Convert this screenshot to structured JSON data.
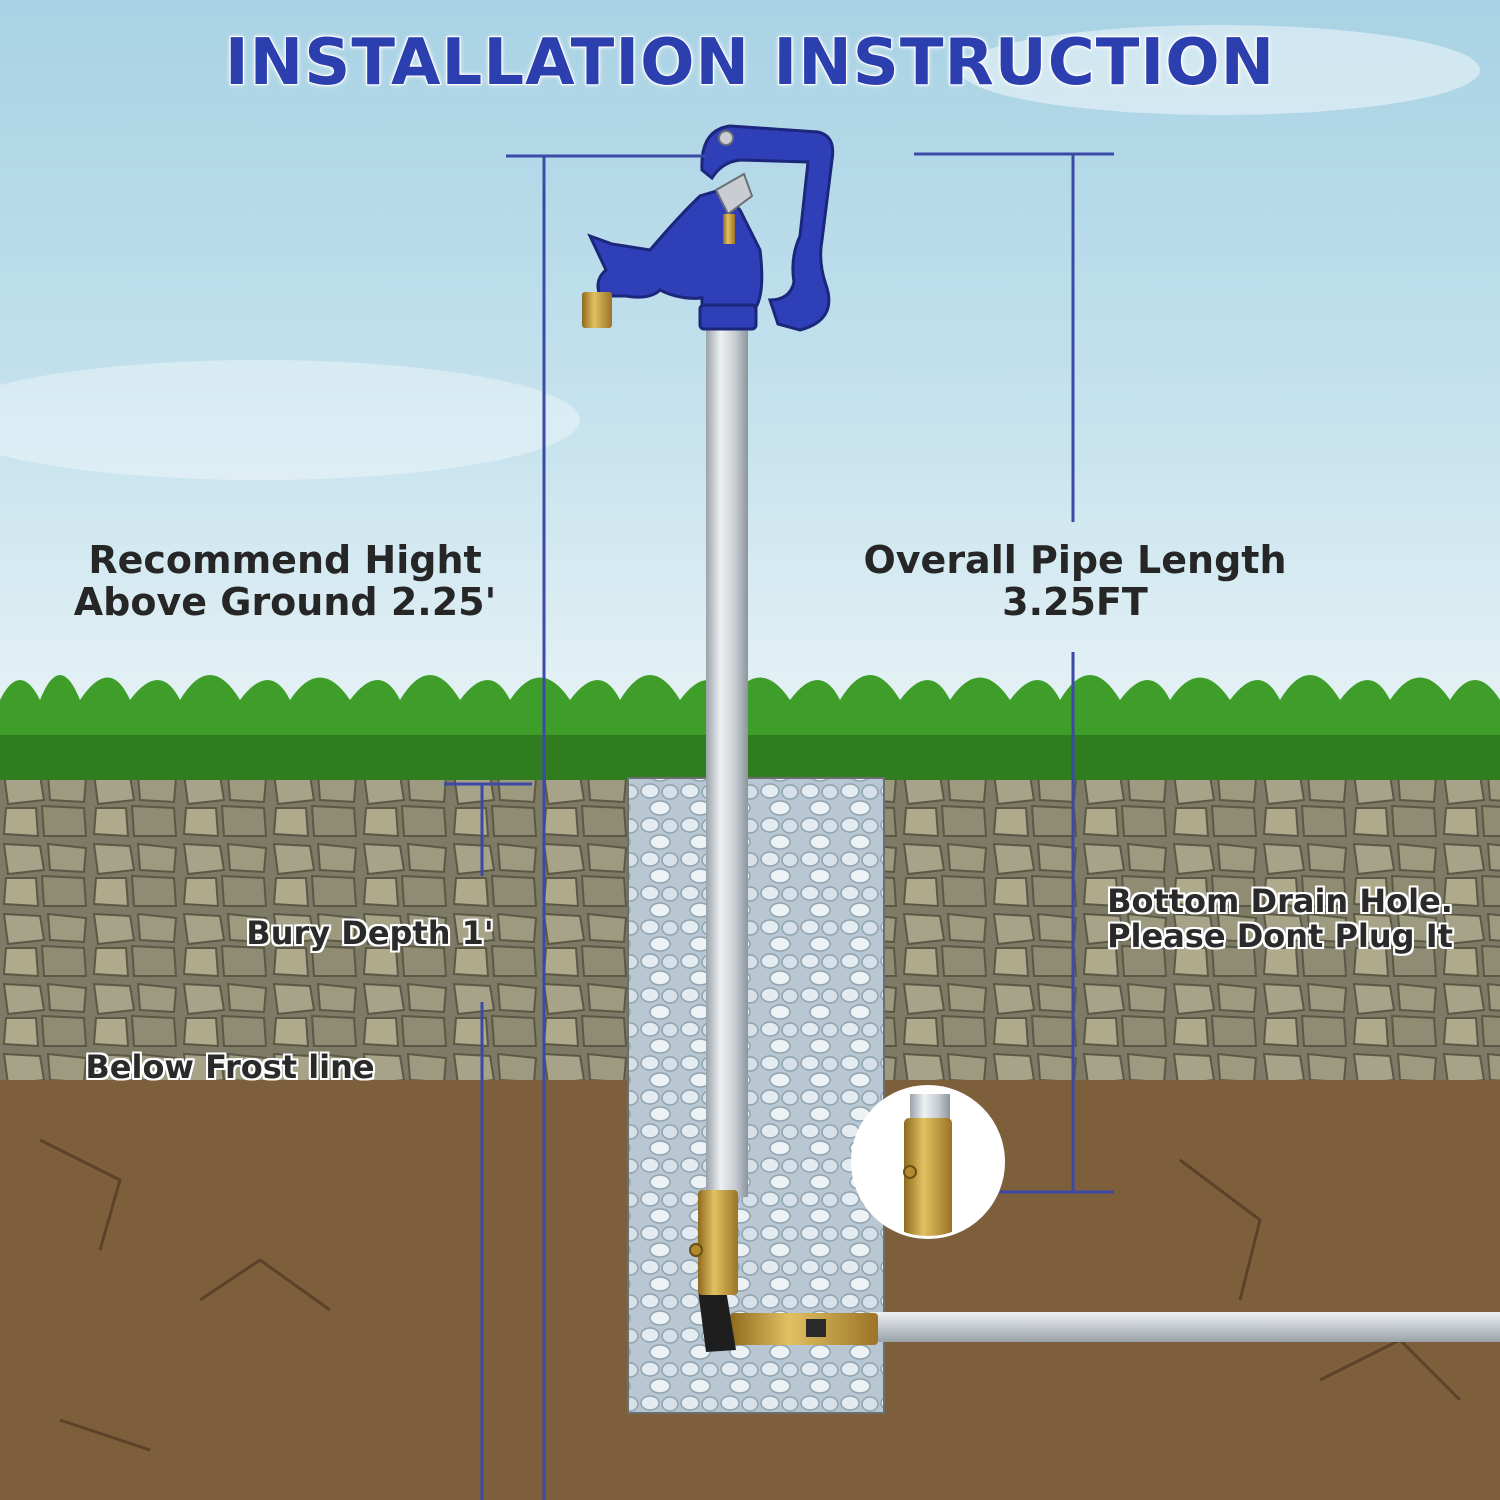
{
  "title": "INSTALLATION INSTRUCTION",
  "labels": {
    "above_ground_line1": "Recommend Hight",
    "above_ground_line2": "Above Ground 2.25'",
    "pipe_length_line1": "Overall Pipe Length",
    "pipe_length_line2": "3.25FT",
    "bury_depth": "Bury Depth 1'",
    "frost_line": "Below Frost line",
    "drain_note_line1": "Bottom Drain Hole.",
    "drain_note_line2": "Please Dont Plug It"
  },
  "colors": {
    "title": "#2b3fae",
    "hydrant_head": "#2f3fb8",
    "dimension_line": "#3a4aa6",
    "brass": "#c9a13e",
    "pipe": "#d2d6da",
    "grass": "#3f9e2a"
  }
}
